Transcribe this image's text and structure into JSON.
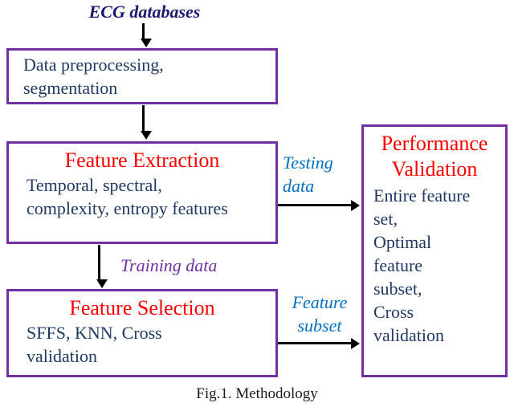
{
  "colors": {
    "border": "#7030A0",
    "heading": "#FF0000",
    "body": "#1F3864",
    "blue_label": "#0070C0",
    "purple_label": "#7030A0",
    "title": "#191970",
    "arrow": "#000000",
    "caption": "#1A1A1A"
  },
  "title": "ECG databases",
  "boxes": {
    "preprocessing": {
      "lines": [
        "Data preprocessing,",
        "segmentation"
      ]
    },
    "feature_extraction": {
      "heading": "Feature Extraction",
      "lines": [
        "Temporal, spectral,",
        "complexity, entropy features"
      ]
    },
    "feature_selection": {
      "heading": "Feature Selection",
      "lines": [
        "SFFS, KNN, Cross",
        "validation"
      ]
    },
    "performance_validation": {
      "heading": [
        "Performance",
        "Validation"
      ],
      "lines": [
        "Entire feature",
        "set,",
        "Optimal",
        "feature",
        "subset,",
        "Cross",
        "validation"
      ]
    }
  },
  "labels": {
    "testing": [
      "Testing",
      "data"
    ],
    "training": "Training data",
    "subset": [
      "Feature",
      "subset"
    ]
  },
  "caption": "Fig.1. Methodology"
}
